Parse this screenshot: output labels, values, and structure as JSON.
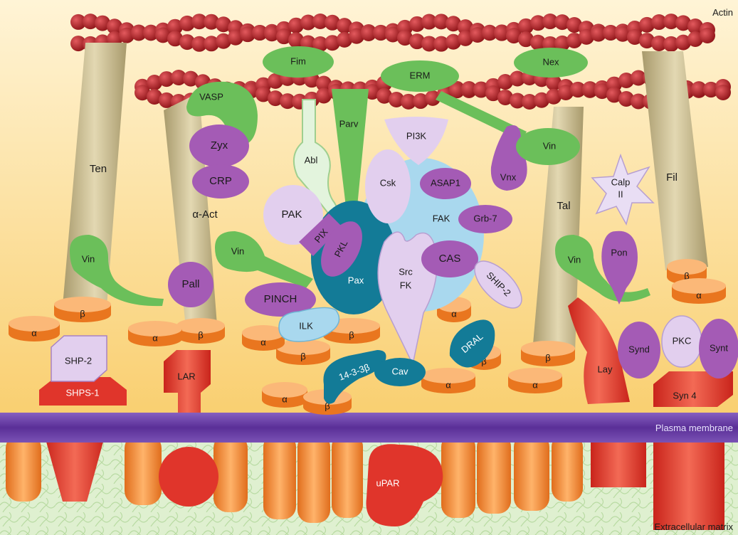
{
  "regions": {
    "actin": "Actin",
    "membrane": "Plasma membrane",
    "ecm": "Extracellular matrix"
  },
  "proteins": {
    "ten": "Ten",
    "vasp": "VASP",
    "zyx": "Zyx",
    "crp": "CRP",
    "alpha_act": "α-Act",
    "fim": "Fim",
    "erm": "ERM",
    "nex": "Nex",
    "abl": "Abl",
    "parv": "Parv",
    "pi3k": "PI3K",
    "csk": "Csk",
    "asap1": "ASAP1",
    "fak": "FAK",
    "grb7": "Grb-7",
    "vnx": "Vnx",
    "vin_right": "Vin",
    "calp": "Calp",
    "calp_num": "II",
    "fil": "Fil",
    "tal": "Tal",
    "pak": "PAK",
    "pix": "PIX",
    "pkl": "PKL",
    "pax": "Pax",
    "src": "Src",
    "src_fk": "FK",
    "cas": "CAS",
    "ship2_diag": "SHIP-2",
    "vin_left": "Vin",
    "vin_center": "Vin",
    "vin_talin": "Vin",
    "pall": "Pall",
    "pinch": "PINCH",
    "ilk": "ILK",
    "pon": "Pon",
    "synd": "Synd",
    "pkc": "PKC",
    "synt": "Synt",
    "lay": "Lay",
    "syn4": "Syn 4",
    "shp2": "SHP-2",
    "shps1": "SHPS-1",
    "lar": "LAR",
    "dral": "DRAL",
    "cav": "Cav",
    "b1433": "14-3-3β",
    "upar": "uPAR"
  },
  "integrin": {
    "alpha": "α",
    "beta": "β"
  },
  "colors": {
    "actin": "#b3262b",
    "cytoplasm": "#fbd98a",
    "membrane": "#6a3fa5",
    "green": "#6bbf5a",
    "purple": "#a45bb5",
    "lilac": "#e2cfee",
    "teal": "#137b97",
    "lightblue": "#a9d8ee",
    "orange": "#f08b3c",
    "red": "#e0352b",
    "tan": "#cdbf94"
  }
}
